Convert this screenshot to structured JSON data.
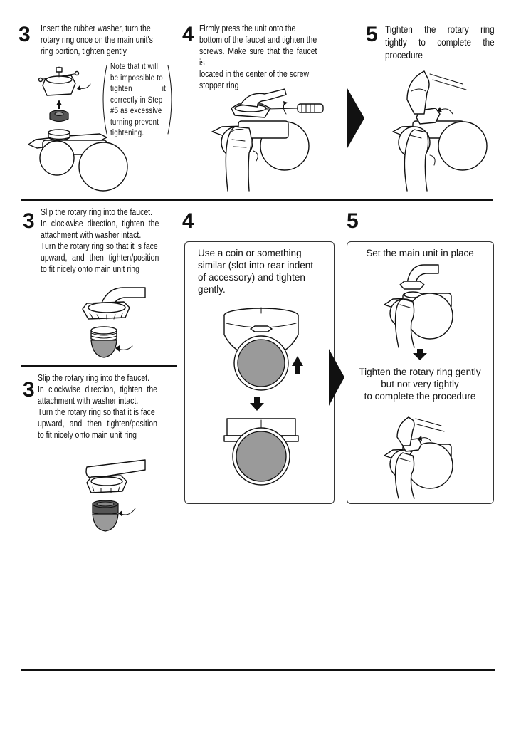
{
  "top": {
    "step3": {
      "number": "3",
      "lines": [
        "Insert the rubber washer, turn the",
        "rotary ring once on the main unit's",
        "ring portion, tighten gently."
      ],
      "note_lines": [
        "Note that it will",
        "be impossible to",
        "tighten it",
        "correctly in Step",
        "#5 as excessive",
        "turning prevent",
        "tightening."
      ]
    },
    "step4": {
      "number": "4",
      "lines": [
        "Firmly press the unit onto the",
        "bottom of the faucet and tighten the",
        "screws. Make sure that the faucet is",
        "located in the center of the screw",
        "stopper ring"
      ]
    },
    "step5": {
      "number": "5",
      "lines": [
        "Tighten the rotary ring",
        "tightly to complete the",
        "procedure"
      ]
    }
  },
  "mid": {
    "step3a": {
      "number": "3",
      "lines": [
        "Slip the rotary ring into the faucet.",
        "In clockwise direction, tighten the",
        "attachment with washer intact.",
        "Turn the rotary ring so that it is face",
        "upward, and then tighten/position",
        "to fit nicely onto main unit ring"
      ]
    },
    "step3b": {
      "number": "3",
      "lines": [
        "Slip the rotary ring into the faucet.",
        "In clockwise direction, tighten the",
        "attachment with washer intact.",
        "Turn the rotary ring so that it is face",
        "upward, and then tighten/position",
        "to fit nicely onto main unit ring"
      ]
    },
    "step4": {
      "number": "4",
      "lines": [
        "Use a coin or something",
        "similar (slot into rear indent",
        "of accessory) and tighten",
        "gently."
      ]
    },
    "step5": {
      "number": "5",
      "caption_top": "Set the main unit in place",
      "caption_bottom": [
        "Tighten the rotary ring gently",
        "but not very tightly",
        "to complete the procedure"
      ]
    }
  },
  "colors": {
    "ink": "#111111",
    "filter_gray": "#9a9a9a",
    "dark_ring": "#555555"
  },
  "icons": [
    "arrow-up-icon",
    "arrow-down-icon",
    "rotate-arrow-icon",
    "chevron-right-icon",
    "screwdriver-icon"
  ]
}
